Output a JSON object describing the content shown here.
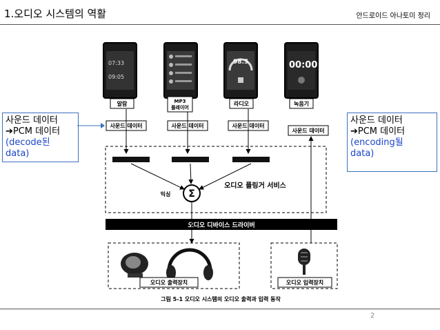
{
  "slide": {
    "title": "1.오디오 시스템의 역활",
    "subtitle": "안드로이드 아나토미 정리",
    "page_number": "2"
  },
  "callout_left": {
    "line1": "사운드 데이터",
    "line2": "➔PCM 데이터",
    "line3": "(decode된 data)"
  },
  "callout_right": {
    "line1": "사운드 데이터",
    "line2": "➔PCM 데이터",
    "line3a": "(encoding될",
    "line3b": "data)"
  },
  "figure": {
    "apps": [
      {
        "label": "알람",
        "screen_text_1": "07:33",
        "screen_text_2": "09:05"
      },
      {
        "label": "MP3\n플레이어"
      },
      {
        "label": "라디오",
        "screen_text_1": "98.5"
      },
      {
        "label": "녹음기",
        "screen_text_1": "00:00"
      }
    ],
    "sound_data_label": "사운드 데이터",
    "mixing_label": "믹싱",
    "sigma": "Σ",
    "flinger_label": "오디오 플링거 서비스",
    "driver_label": "오디오 디바이스 드라이버",
    "output_device_label": "오디오 출력장치",
    "input_device_label": "오디오 입력장치",
    "caption": "그림 5-1 오디오 시스템의 오디오 출력과 입력 동작"
  }
}
